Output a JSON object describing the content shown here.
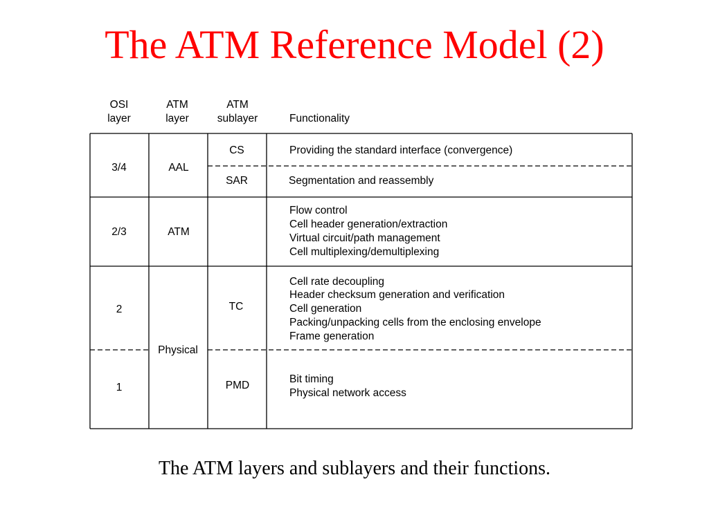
{
  "slide": {
    "title": "The ATM Reference Model (2)",
    "title_color": "#ff0000",
    "caption": "The ATM layers and sublayers and their functions."
  },
  "table": {
    "headers": {
      "osi": [
        "OSI",
        "layer"
      ],
      "atm_layer": [
        "ATM",
        "layer"
      ],
      "atm_sublayer": [
        "ATM",
        "sublayer"
      ],
      "functionality": [
        "Functionality"
      ]
    },
    "rows": {
      "osi_34": "3/4",
      "atm_aal": "AAL",
      "cs": "CS",
      "cs_function": "Providing the standard interface (convergence)",
      "sar": "SAR",
      "sar_function": "Segmentation and reassembly",
      "osi_23": "2/3",
      "atm_atm": "ATM",
      "atm_functions": [
        "Flow control",
        "Cell header generation/extraction",
        "Virtual circuit/path management",
        "Cell multiplexing/demultiplexing"
      ],
      "osi_2": "2",
      "atm_physical": "Physical",
      "tc": "TC",
      "tc_functions": [
        "Cell rate decoupling",
        "Header checksum generation and verification",
        "Cell generation",
        "Packing/unpacking cells from the enclosing envelope",
        "Frame generation"
      ],
      "osi_1": "1",
      "pmd": "PMD",
      "pmd_functions": [
        "Bit timing",
        "Physical network access"
      ]
    }
  }
}
